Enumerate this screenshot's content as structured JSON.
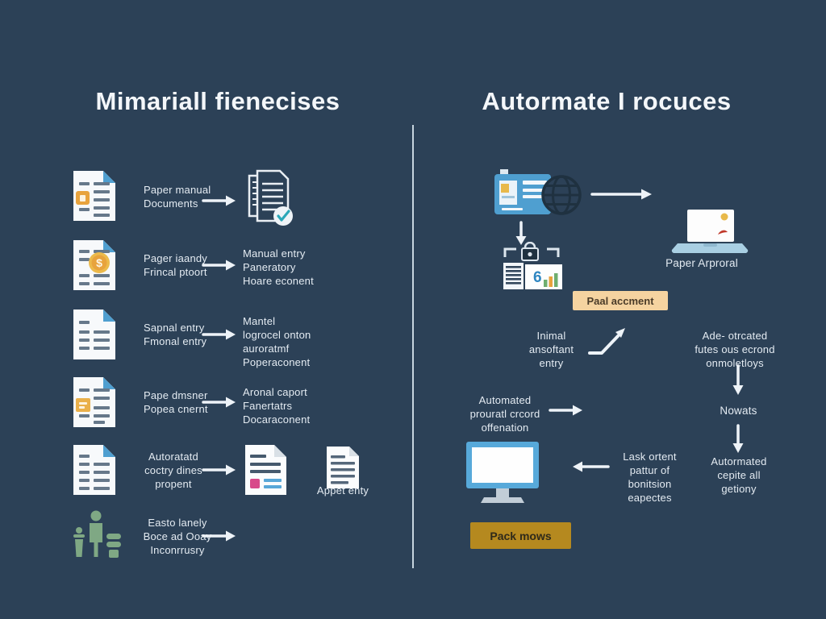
{
  "palette": {
    "background": "#2c4157",
    "divider": "#d7e4ee",
    "title_text": "#f4f7fa",
    "body_text": "#e4ebf2",
    "doc_fold_blue": "#4f9fd0",
    "accent_orange": "#e8a33d",
    "accent_gold_coin": "#ecba4b",
    "accent_pink": "#d8498a",
    "accent_green": "#7fa884",
    "check_teal": "#2aa7b8",
    "monitor_blue": "#57a9da",
    "badge_tan_bg": "#f5d3a0",
    "badge_gold_bg": "#b5891f",
    "arrow_white": "#eef3f8"
  },
  "left": {
    "title": "Mimariall fienecises",
    "rows": [
      {
        "text": "Paper manual\nDocuments"
      },
      {
        "text": "Pager iaandy\nFrincal ptoort",
        "result": "Manual entry\nPaneratory\nHoare econent"
      },
      {
        "text": "Sapnal entry\nFmonal entry",
        "result": "Mantel\nlogrocel onton\nauroratmf\nPoperaconent"
      },
      {
        "text": "Pape dmsner\nPopea cnernt",
        "result": "Aronal caport\nFanertatrs\nDocaraconent"
      },
      {
        "text": "Autoratatd\ncoctry dines\npropent",
        "caption": "Appet enty"
      },
      {
        "text": "Easto lanely\nBoce ad Ooay\nInconrrusry"
      }
    ]
  },
  "right": {
    "title": "Autormate I rocuces",
    "laptop_label": "Paper Arproral",
    "badge_top": "Paal accment",
    "entry_text": "Inimal\nansoftant\nentry",
    "auto_text": "Ade- otrcated\nfutes ous ecrond\nonmoletloys",
    "record_text": "Automated\nprouratl crcord\noffenation",
    "nowats_label": "Nowats",
    "capture_text": "Autormated\ncepite all\ngetiony",
    "monitor_text": "Lask ortent\npattur of\nbonitsion\neapectes",
    "badge_bottom": "Pack mows"
  }
}
